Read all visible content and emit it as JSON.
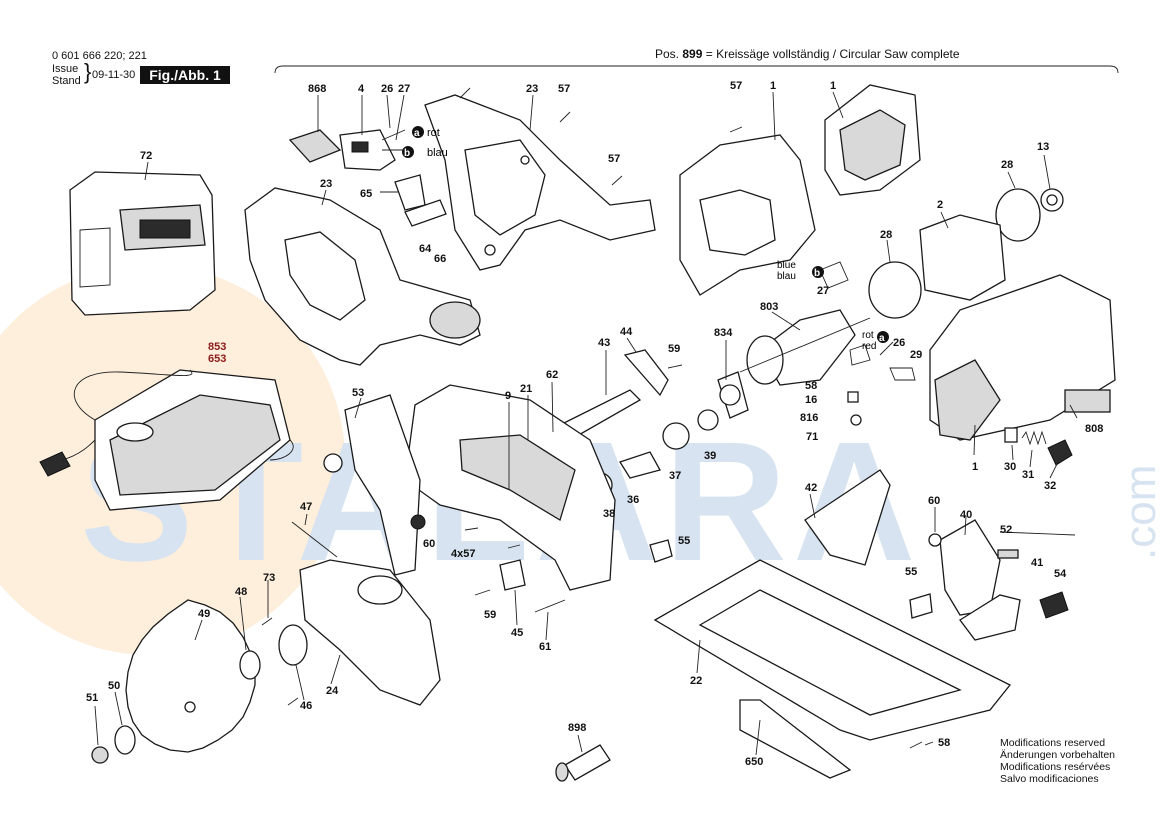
{
  "header": {
    "doc_number": "0 601 666 220; 221",
    "issue_label": "Issue",
    "stand_label": "Stand",
    "date": "09-11-30",
    "fig_label": "Fig./Abb. 1"
  },
  "assembly": {
    "pos_prefix": "Pos.",
    "pos_number": "899",
    "pos_text": "= Kreissäge vollständig / Circular Saw complete"
  },
  "wire_labels": {
    "a": "a",
    "b": "b",
    "rot": "rot",
    "blau": "blau",
    "blue": "blue",
    "red": "red"
  },
  "callouts": {
    "p868": "868",
    "p4": "4",
    "p26a": "26",
    "p27a": "27",
    "p23a": "23",
    "p57a": "57",
    "p57b": "57",
    "p1a": "1",
    "p1b": "1",
    "p57c": "57",
    "p72": "72",
    "p23b": "23",
    "p65": "65",
    "p64": "64",
    "p66": "66",
    "p13": "13",
    "p28a": "28",
    "p2": "2",
    "p28b": "28",
    "p27b": "27",
    "p853": "853",
    "p653": "653",
    "p803": "803",
    "p44": "44",
    "p43": "43",
    "p59a": "59",
    "p834": "834",
    "p26b": "26",
    "p29": "29",
    "p58a": "58",
    "p16": "16",
    "p816": "816",
    "p71": "71",
    "p53": "53",
    "p9": "9",
    "p21": "21",
    "p62": "62",
    "p39": "39",
    "p37": "37",
    "p36": "36",
    "p38": "38",
    "p808": "808",
    "p1c": "1",
    "p30": "30",
    "p31": "31",
    "p32": "32",
    "p47": "47",
    "p60a": "60",
    "p4x57": "4x57",
    "p42": "42",
    "p60b": "60",
    "p40": "40",
    "p52": "52",
    "p55a": "55",
    "p73": "73",
    "p48": "48",
    "p49": "49",
    "p59b": "59",
    "p45": "45",
    "p61": "61",
    "p55b": "55",
    "p41": "41",
    "p54": "54",
    "p46": "46",
    "p24": "24",
    "p22": "22",
    "p51": "51",
    "p50": "50",
    "p898": "898",
    "p650": "650",
    "p58b": "58"
  },
  "watermark": {
    "text": "STALARA",
    "suffix": ".com",
    "color": "#1f5fa8",
    "accent": "#f2a23a"
  },
  "footer": {
    "lines": [
      "Modifications reserved",
      "Änderungen vorbehalten",
      "Modifications resérvées",
      "Salvo modificaciones"
    ]
  },
  "colors": {
    "line": "#1a1a1a",
    "highlight_callout": "#8b1a1a"
  }
}
